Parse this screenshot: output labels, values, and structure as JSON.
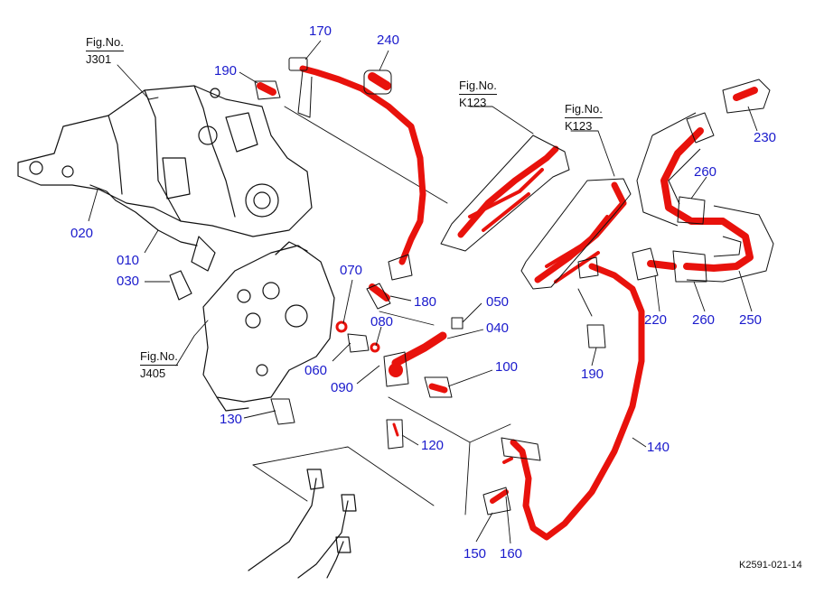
{
  "diagram": {
    "figure_refs": [
      {
        "id": "j301",
        "line1": "Fig.No.",
        "line2": "J301"
      },
      {
        "id": "k123a",
        "line1": "Fig.No.",
        "line2": "K123"
      },
      {
        "id": "k123b",
        "line1": "Fig.No.",
        "line2": "K123"
      },
      {
        "id": "j405",
        "line1": "Fig.No.",
        "line2": "J405"
      }
    ],
    "parts": {
      "p170": "170",
      "p240": "240",
      "p190a": "190",
      "p020": "020",
      "p010": "010",
      "p030": "030",
      "p070": "070",
      "p180": "180",
      "p050": "050",
      "p080": "080",
      "p040": "040",
      "p060": "060",
      "p090": "090",
      "p100": "100",
      "p130": "130",
      "p120": "120",
      "p140": "140",
      "p150": "150",
      "p160": "160",
      "p190b": "190",
      "p230": "230",
      "p260a": "260",
      "p220": "220",
      "p260b": "260",
      "p250": "250"
    },
    "drawing_code": "K2591-021-14",
    "colors": {
      "highlight": "#e8120c",
      "label": "#1a1acc",
      "line": "#111111"
    }
  }
}
